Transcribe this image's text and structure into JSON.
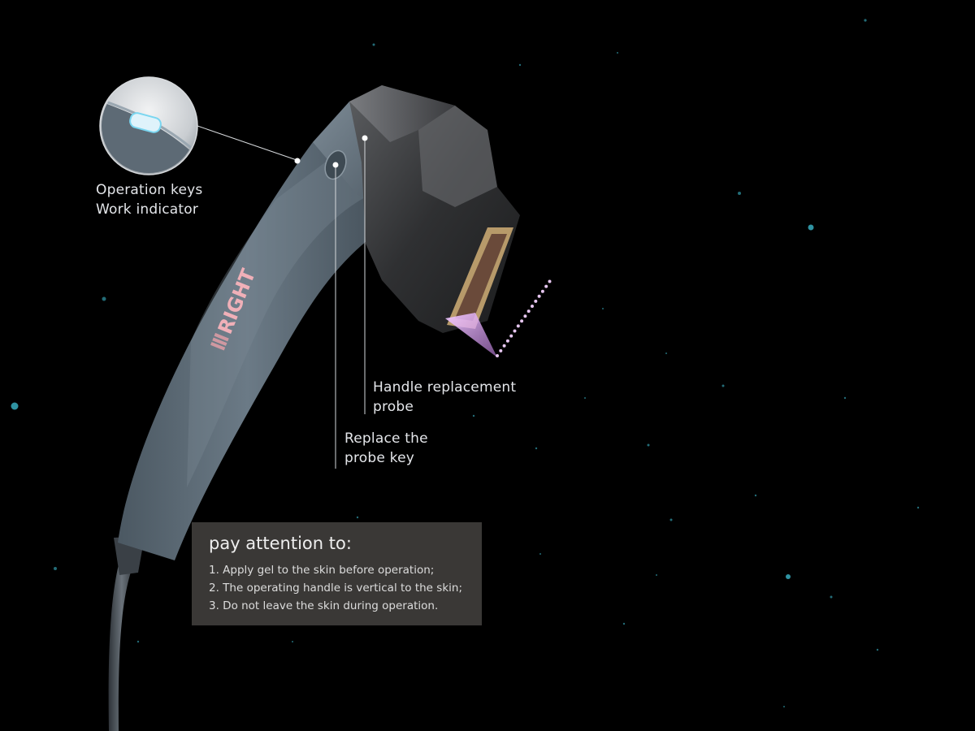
{
  "image": {
    "description": "Handheld device with callout labels on a dark starry background",
    "colors": {
      "background": "#000000",
      "body": "#5a6873",
      "head": "#3a3b3d",
      "accent_light": "#d9a8e8",
      "star": "#3fc4d8"
    }
  },
  "callouts": {
    "operation": {
      "line1": "Operation keys",
      "line2": "Work indicator"
    },
    "handle_probe": {
      "line1": "Handle replacement",
      "line2": "probe"
    },
    "replace_key": {
      "line1": "Replace the",
      "line2": "probe key"
    }
  },
  "device": {
    "brand": "RIGHT"
  },
  "notice": {
    "title": "pay attention to:",
    "items": [
      "1. Apply gel to the skin before operation;",
      "2. The operating handle is vertical to the skin;",
      "3. Do not leave the skin during operation."
    ]
  }
}
